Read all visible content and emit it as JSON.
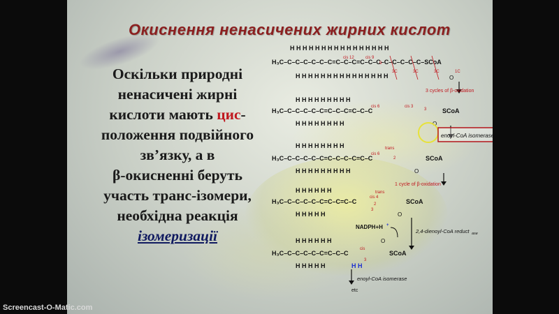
{
  "slide": {
    "title": "Окиснення ненасичених жирних кислот",
    "body_lines": [
      "Оскільки природні",
      "ненасичені жирні",
      "кислоти мають ",
      "цис",
      "-",
      "положення подвійного",
      "зв’язку, а в",
      "β-окисненні беруть",
      "участь транс-ізомери,",
      "необхідна реакція",
      "ізомеризації"
    ]
  },
  "diagram": {
    "molecule1": {
      "h_top": "H H H H H H  H H  H H H H H H H H",
      "chain": "H₃C–C–C–C–C–C–C=C–C–C=C–C–C–C–C–C–C–C–SCoA",
      "h_bottom": "H H H H H  H H  H H H H H H H H",
      "labels": [
        "cis 12",
        "cis 9",
        "9",
        "3C",
        "3C",
        "3C",
        "1C"
      ],
      "scoa": "SCoA",
      "oxo": "O"
    },
    "step1": "3 cycles of β-oxidation",
    "molecule2": {
      "labels": [
        "cis 6",
        "cis 3",
        "3"
      ],
      "scoa": "SCoA",
      "oxo": "O"
    },
    "step2": "enoyl-CoA isomerase",
    "molecule3": {
      "labels": [
        "cis 6",
        "trans",
        "2"
      ],
      "scoa": "SCoA",
      "oxo": "O"
    },
    "step3": "1 cycle of β-oxidation",
    "molecule4": {
      "labels": [
        "cis 4",
        "trans",
        "2",
        "3"
      ],
      "scoa": "SCoA",
      "oxo": "O"
    },
    "nadph": "NADPH+H",
    "nadph_plus": "+",
    "step4": "2,4-dienoyl-CoA reduct",
    "step4_suffix": "ase",
    "molecule5": {
      "labels": [
        "cis",
        "3"
      ],
      "scoa": "SCoA",
      "oxo": "O"
    },
    "step5": "enoyl-CoA isomerase",
    "etc": "etc",
    "colors": {
      "accent_red": "#c0171e",
      "title_red": "#8b1f1f",
      "box": "#b3151b",
      "circle": "#e7e23a",
      "nadph_blue": "#1b2fd0"
    }
  },
  "watermark": "Screencast-O-Matic.com"
}
